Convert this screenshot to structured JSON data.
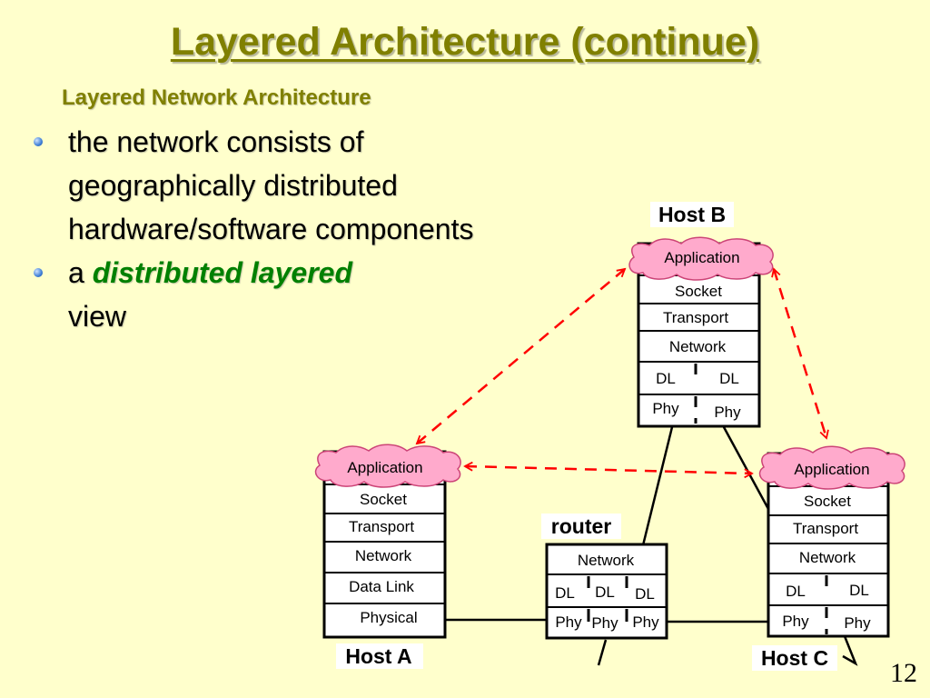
{
  "slide": {
    "title": "Layered Architecture (continue)",
    "subtitle": "Layered Network Architecture",
    "bullets": [
      {
        "text": "the network consists of geographically distributed hardware/software components"
      },
      {
        "prefix": "a ",
        "emphasis": "distributed layered",
        "suffix": " view"
      }
    ],
    "slide_number": "12"
  },
  "diagram": {
    "colors": {
      "peer_arrow": "#ff0000",
      "cloud_fill": "#ffaacc",
      "cloud_stroke": "#cc4477",
      "box_border": "#000000"
    },
    "host_b": {
      "name": "Host B",
      "layers": {
        "application": "Application",
        "socket": "Socket",
        "transport": "Transport",
        "network": "Network",
        "dl_left": "DL",
        "dl_right": "DL",
        "phy_left": "Phy",
        "phy_right": "Phy"
      }
    },
    "host_a": {
      "name": "Host A",
      "layers": {
        "application": "Application",
        "socket": "Socket",
        "transport": "Transport",
        "network": "Network",
        "data_link": "Data Link",
        "physical": "Physical"
      }
    },
    "host_c": {
      "name": "Host C",
      "layers": {
        "application": "Application",
        "socket": "Socket",
        "transport": "Transport",
        "network": "Network",
        "dl_left": "DL",
        "dl_right": "DL",
        "phy_left": "Phy",
        "phy_right": "Phy"
      }
    },
    "router": {
      "name": "router",
      "layers": {
        "network": "Network",
        "dl_1": "DL",
        "dl_2": "DL",
        "dl_3": "DL",
        "phy_1": "Phy",
        "phy_2": "Phy",
        "phy_3": "Phy"
      }
    }
  }
}
